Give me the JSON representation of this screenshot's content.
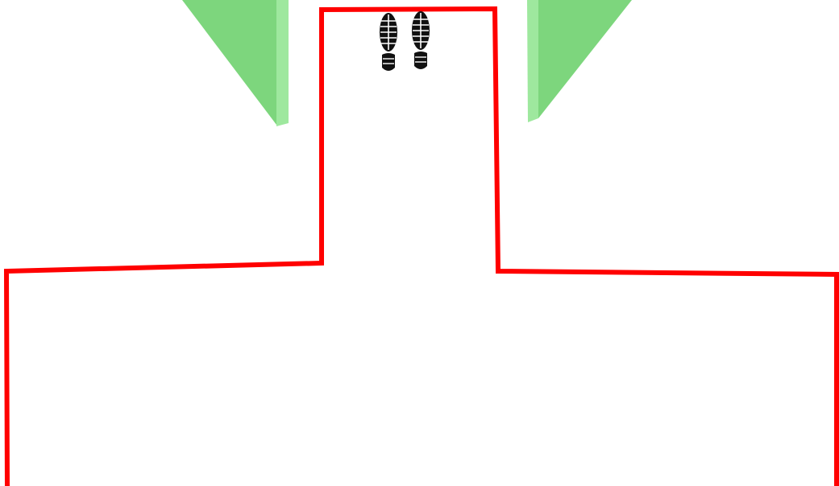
{
  "diagram": {
    "kind": "floor-marking-layout",
    "colors": {
      "background": "#ffffff",
      "boundary_line": "#ff0000",
      "panel_face": "#7dd67d",
      "panel_edge": "#9ee89e",
      "footprint": "#111111"
    },
    "icons": {
      "left_footprint": "footprint-left-icon",
      "right_footprint": "footprint-right-icon"
    },
    "elements": {
      "boundary": "standing-zone-boundary",
      "left_panel": "left-green-panel",
      "right_panel": "right-green-panel"
    }
  }
}
